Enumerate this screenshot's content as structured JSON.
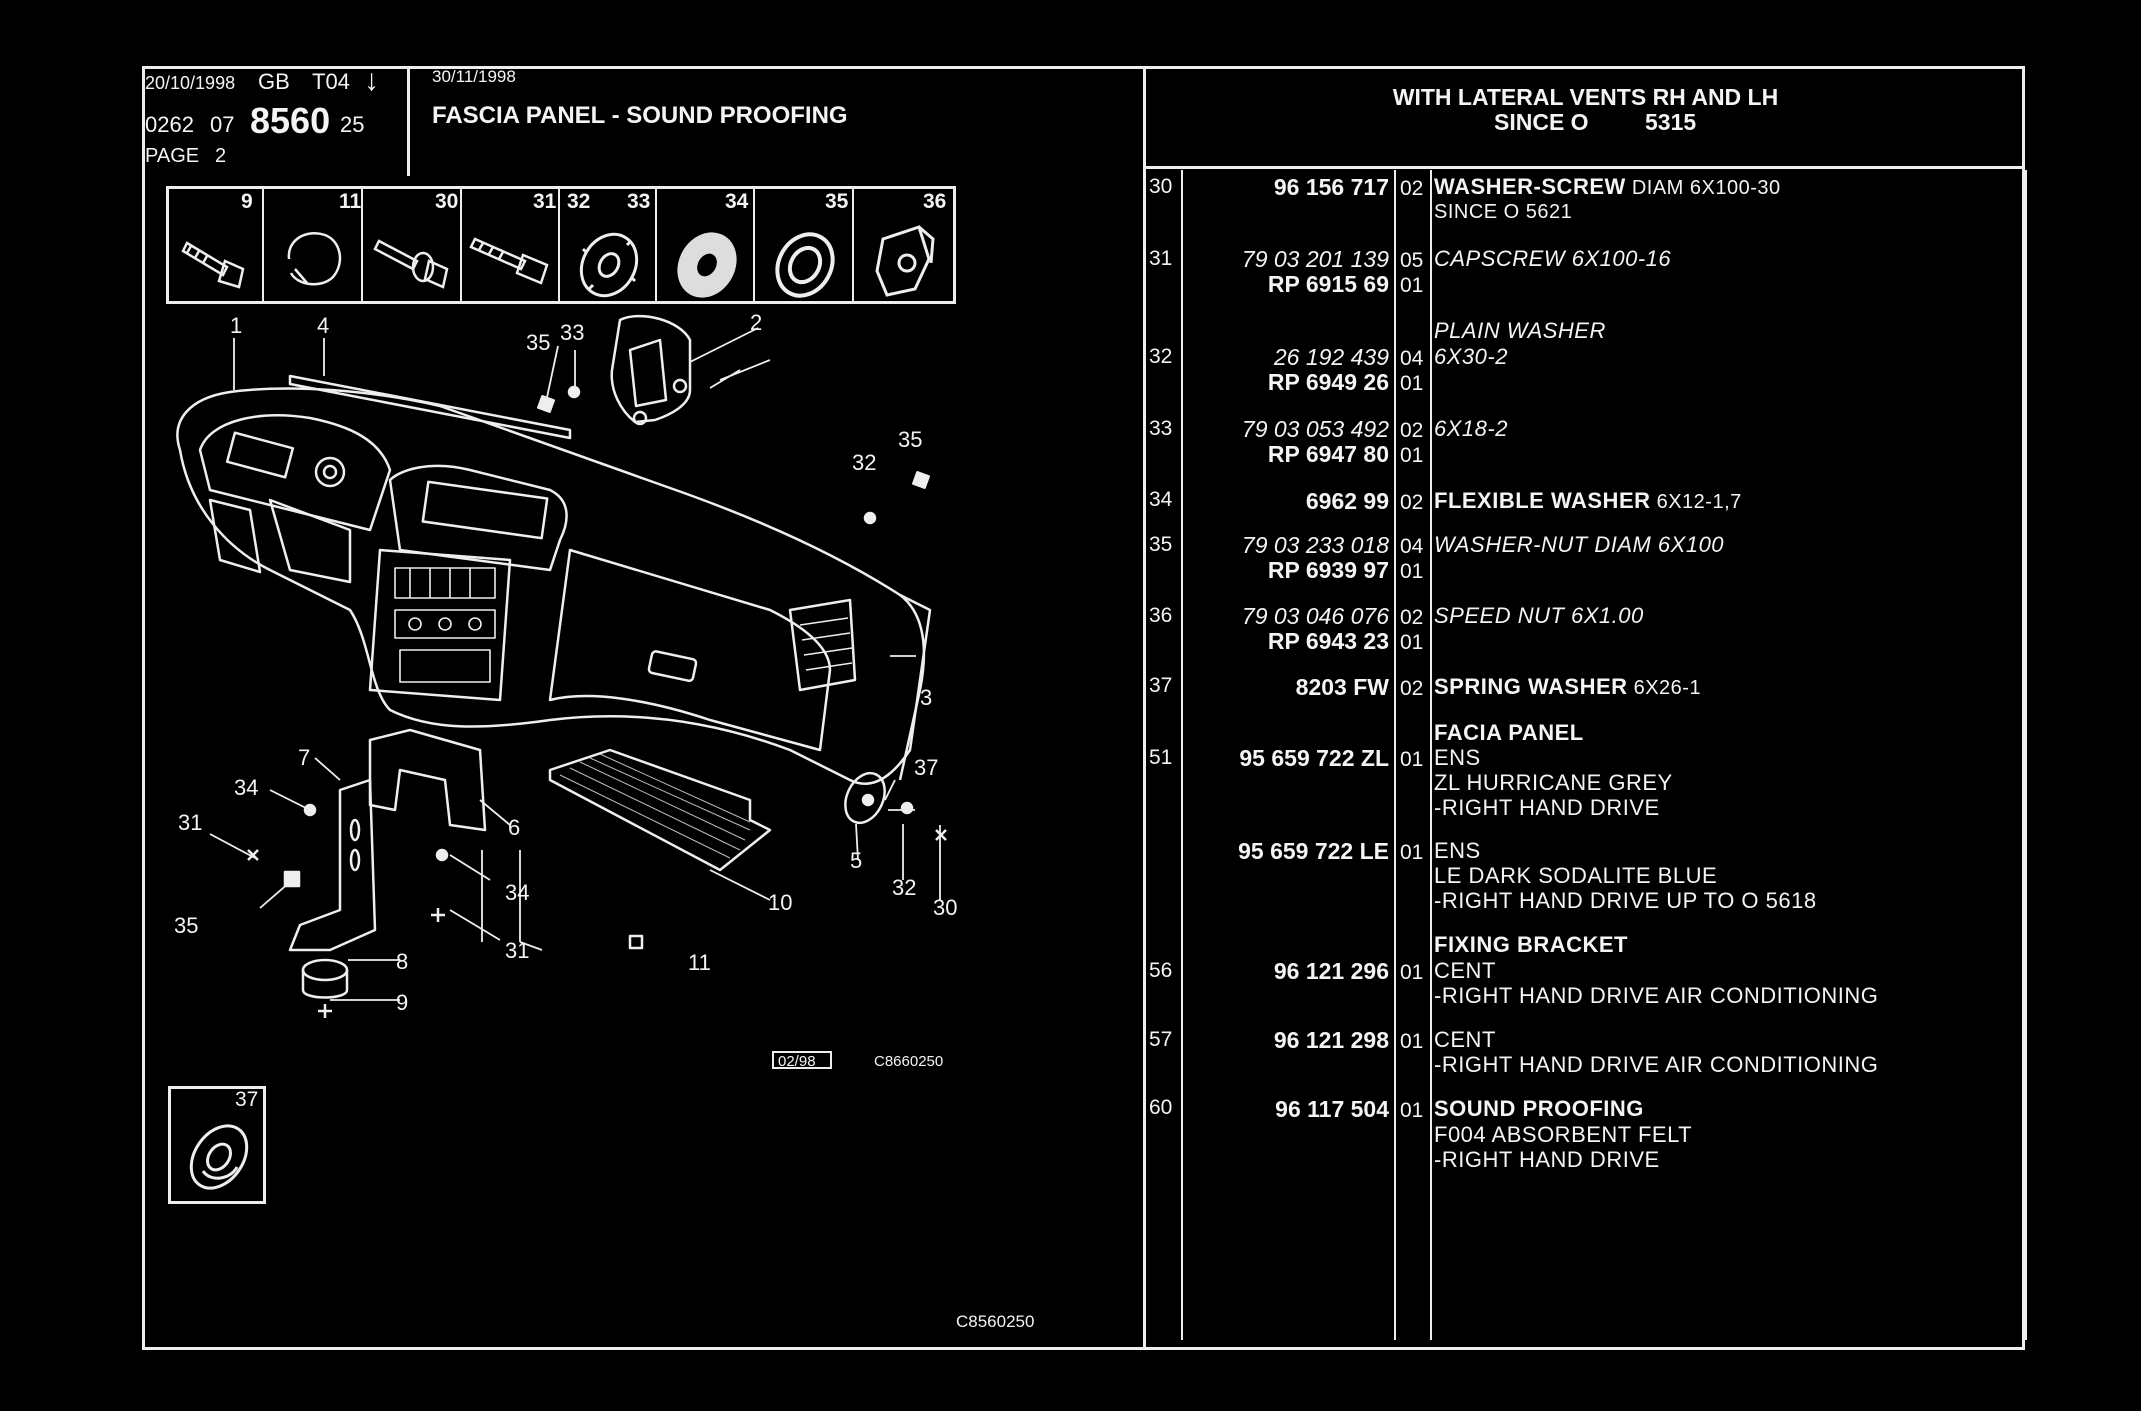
{
  "header": {
    "date_left": "20/10/1998",
    "lang_code": "GB",
    "t_code": "T04",
    "arrow": "↓",
    "ref_prefix": "0262",
    "ref_mid": "07",
    "ref_main": "8560",
    "ref_suffix": "25",
    "page_label": "PAGE",
    "page_num": "2",
    "date_right": "30/11/1998",
    "title": "FASCIA PANEL - SOUND PROOFING",
    "right_line1": "WITH LATERAL VENTS RH AND LH",
    "right_line2_a": "SINCE O",
    "right_line2_b": "5315"
  },
  "icon_strip": [
    {
      "num": "9",
      "icon": "bolt-icon"
    },
    {
      "num": "11",
      "icon": "clip-icon"
    },
    {
      "num": "30",
      "icon": "washer-screw-icon"
    },
    {
      "num": "31",
      "icon": "capscrew-icon"
    },
    {
      "num": "32",
      "icon": "plain-washer-icon"
    },
    {
      "num": "33",
      "icon": "toothed-washer-icon"
    },
    {
      "num": "34",
      "icon": "flexible-washer-icon"
    },
    {
      "num": "35",
      "icon": "washer-nut-icon"
    },
    {
      "num": "36",
      "icon": "speed-nut-icon"
    }
  ],
  "diagram_labels": [
    "1",
    "4",
    "35",
    "33",
    "2",
    "35",
    "32",
    "3",
    "7",
    "34",
    "31",
    "6",
    "34",
    "35",
    "8",
    "9",
    "31",
    "10",
    "11",
    "37",
    "5",
    "32",
    "30"
  ],
  "diagram_codes": {
    "date_box": "02/98",
    "image_code": "C8660250"
  },
  "inset": {
    "num": "37"
  },
  "footer_code": "C8560250",
  "parts": [
    {
      "ref": "30",
      "pn1": "",
      "pn2": "96 156 717",
      "pn2_bold": true,
      "qty1": "02",
      "qty2": "",
      "lines": [
        {
          "t": "WASHER-SCREW",
          "s": "b"
        },
        {
          "t": " DIAM 6X100-30",
          "s": "n"
        }
      ],
      "extra": [
        "SINCE O 5621"
      ]
    },
    {
      "ref": "31",
      "pn1": "79 03 201 139",
      "pn2": "RP 6915 69",
      "qty1": "05",
      "qty2": "01",
      "lines": [
        {
          "t": "CAPSCREW 6X100-16",
          "s": "i"
        }
      ],
      "extra": []
    },
    {
      "ref": "32",
      "pn1": "26 192 439",
      "pn2": "RP 6949 26",
      "qty1": "04",
      "qty2": "01",
      "pre": "PLAIN WASHER",
      "lines": [
        {
          "t": "6X30-2",
          "s": "i"
        }
      ],
      "extra": []
    },
    {
      "ref": "33",
      "pn1": "79 03 053 492",
      "pn2": "RP 6947 80",
      "qty1": "02",
      "qty2": "01",
      "lines": [
        {
          "t": "6X18-2",
          "s": "i"
        }
      ],
      "extra": []
    },
    {
      "ref": "34",
      "pn1": "",
      "pn2": "6962 99",
      "qty1": "02",
      "qty2": "",
      "lines": [
        {
          "t": "FLEXIBLE WASHER",
          "s": "b"
        },
        {
          "t": " 6X12-1,7",
          "s": "n"
        }
      ],
      "extra": []
    },
    {
      "ref": "35",
      "pn1": "79 03 233 018",
      "pn2": "RP 6939 97",
      "qty1": "04",
      "qty2": "01",
      "lines": [
        {
          "t": "WASHER-NUT DIAM 6X100",
          "s": "i"
        }
      ],
      "extra": []
    },
    {
      "ref": "36",
      "pn1": "79 03 046 076",
      "pn2": "RP 6943 23",
      "qty1": "02",
      "qty2": "01",
      "lines": [
        {
          "t": "SPEED NUT 6X1.00",
          "s": "i"
        }
      ],
      "extra": []
    },
    {
      "ref": "37",
      "pn1": "",
      "pn2": "8203 FW",
      "qty1": "02",
      "qty2": "",
      "lines": [
        {
          "t": "SPRING WASHER",
          "s": "b"
        },
        {
          "t": " 6X26-1",
          "s": "n"
        }
      ],
      "extra": []
    },
    {
      "ref": "51",
      "pn1": "",
      "pn2": "95 659 722 ZL",
      "qty1": "01",
      "qty2": "",
      "pre": "FACIA PANEL",
      "pre_bold": true,
      "lines": [
        {
          "t": "ENS",
          "s": "n"
        }
      ],
      "extra": [
        "ZL HURRICANE GREY",
        "-RIGHT HAND DRIVE"
      ]
    },
    {
      "ref": "",
      "pn1": "",
      "pn2": "95 659 722 LE",
      "qty1": "01",
      "qty2": "",
      "lines": [
        {
          "t": "ENS",
          "s": "n"
        }
      ],
      "extra": [
        "LE DARK SODALITE BLUE",
        "-RIGHT HAND DRIVE UP TO O 5618"
      ]
    },
    {
      "ref": "56",
      "pn1": "",
      "pn2": "96 121 296",
      "qty1": "01",
      "qty2": "",
      "pre": "FIXING BRACKET",
      "pre_bold": true,
      "lines": [
        {
          "t": "CENT",
          "s": "n"
        }
      ],
      "extra": [
        "-RIGHT HAND DRIVE AIR CONDITIONING"
      ]
    },
    {
      "ref": "57",
      "pn1": "",
      "pn2": "96 121 298",
      "qty1": "01",
      "qty2": "",
      "lines": [
        {
          "t": "CENT",
          "s": "n"
        }
      ],
      "extra": [
        "-RIGHT HAND DRIVE AIR CONDITIONING"
      ]
    },
    {
      "ref": "60",
      "pn1": "",
      "pn2": "96 117 504",
      "qty1": "01",
      "qty2": "",
      "lines": [
        {
          "t": "SOUND PROOFING",
          "s": "b"
        }
      ],
      "extra": [
        "F004 ABSORBENT FELT",
        "-RIGHT HAND DRIVE"
      ]
    }
  ]
}
